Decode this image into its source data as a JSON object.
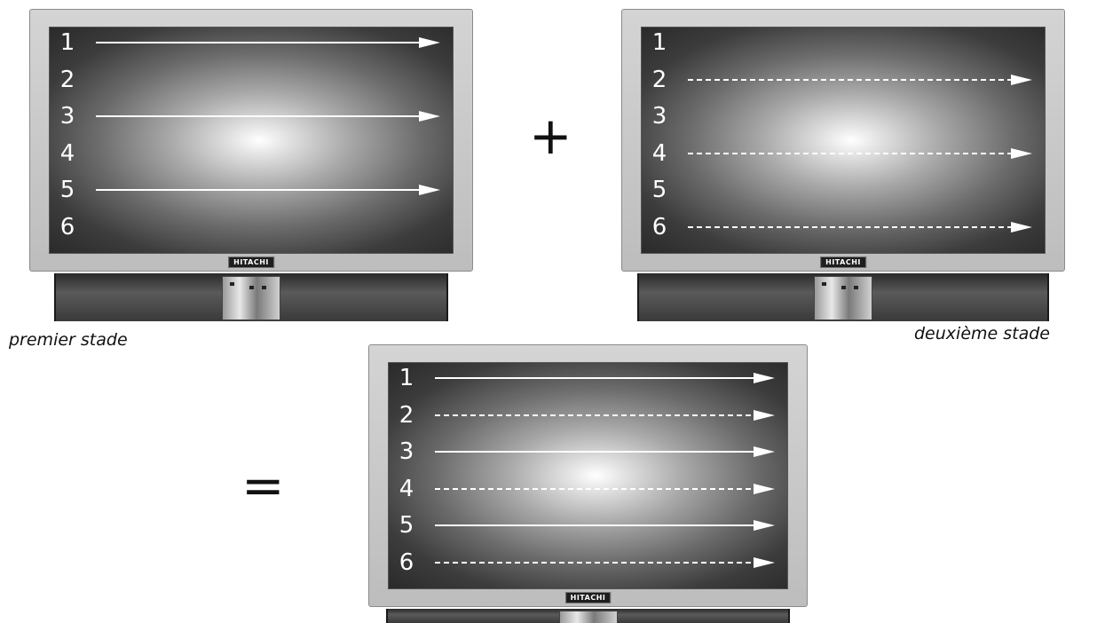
{
  "tv_brand": "HITACHI",
  "line_numbers": [
    "1",
    "2",
    "3",
    "4",
    "5",
    "6"
  ],
  "first_stage": {
    "caption": "premier stade",
    "solid_lines": [
      1,
      3,
      5
    ],
    "dashed_lines": []
  },
  "second_stage": {
    "caption": "deuxième stade",
    "solid_lines": [],
    "dashed_lines": [
      2,
      4,
      6
    ]
  },
  "result": {
    "solid_lines": [
      1,
      3,
      5
    ],
    "dashed_lines": [
      2,
      4,
      6
    ]
  },
  "operators": {
    "plus": "+",
    "equals": "="
  },
  "colors": {
    "screen_text": "#ffffff",
    "bezel": "#c8c8c8"
  }
}
